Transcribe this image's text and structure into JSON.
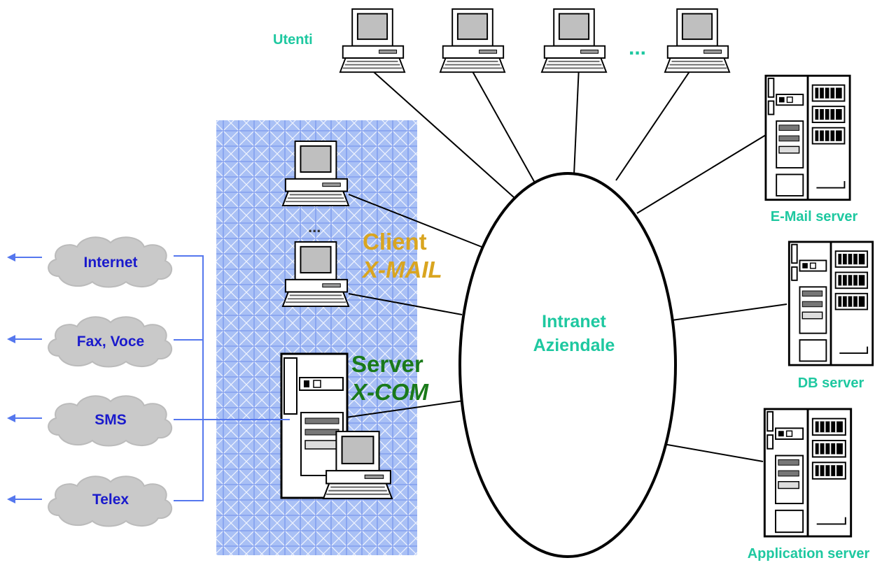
{
  "labels": {
    "users": "Utenti",
    "users_ellipsis": "...",
    "client_ellipsis": "...",
    "client_title": "Client",
    "client_product": "X-MAIL",
    "server_title": "Server",
    "server_product": "X-COM",
    "intranet_line1": "Intranet",
    "intranet_line2": "Aziendale",
    "email_server": "E-Mail server",
    "db_server": "DB server",
    "application_server": "Application server"
  },
  "channels": [
    {
      "label": "Internet"
    },
    {
      "label": "Fax, Voce"
    },
    {
      "label": "SMS"
    },
    {
      "label": "Telex"
    }
  ],
  "colors": {
    "channel_text": "#1a1acc",
    "channel_lines": "#5577ee",
    "server_labels": "#1ec8a0",
    "client_label": "#d9a520",
    "server_x_com_label": "#1a7a1a",
    "cloud_fill": "#c9c9c9",
    "grid_fill": "#7da0f0"
  }
}
